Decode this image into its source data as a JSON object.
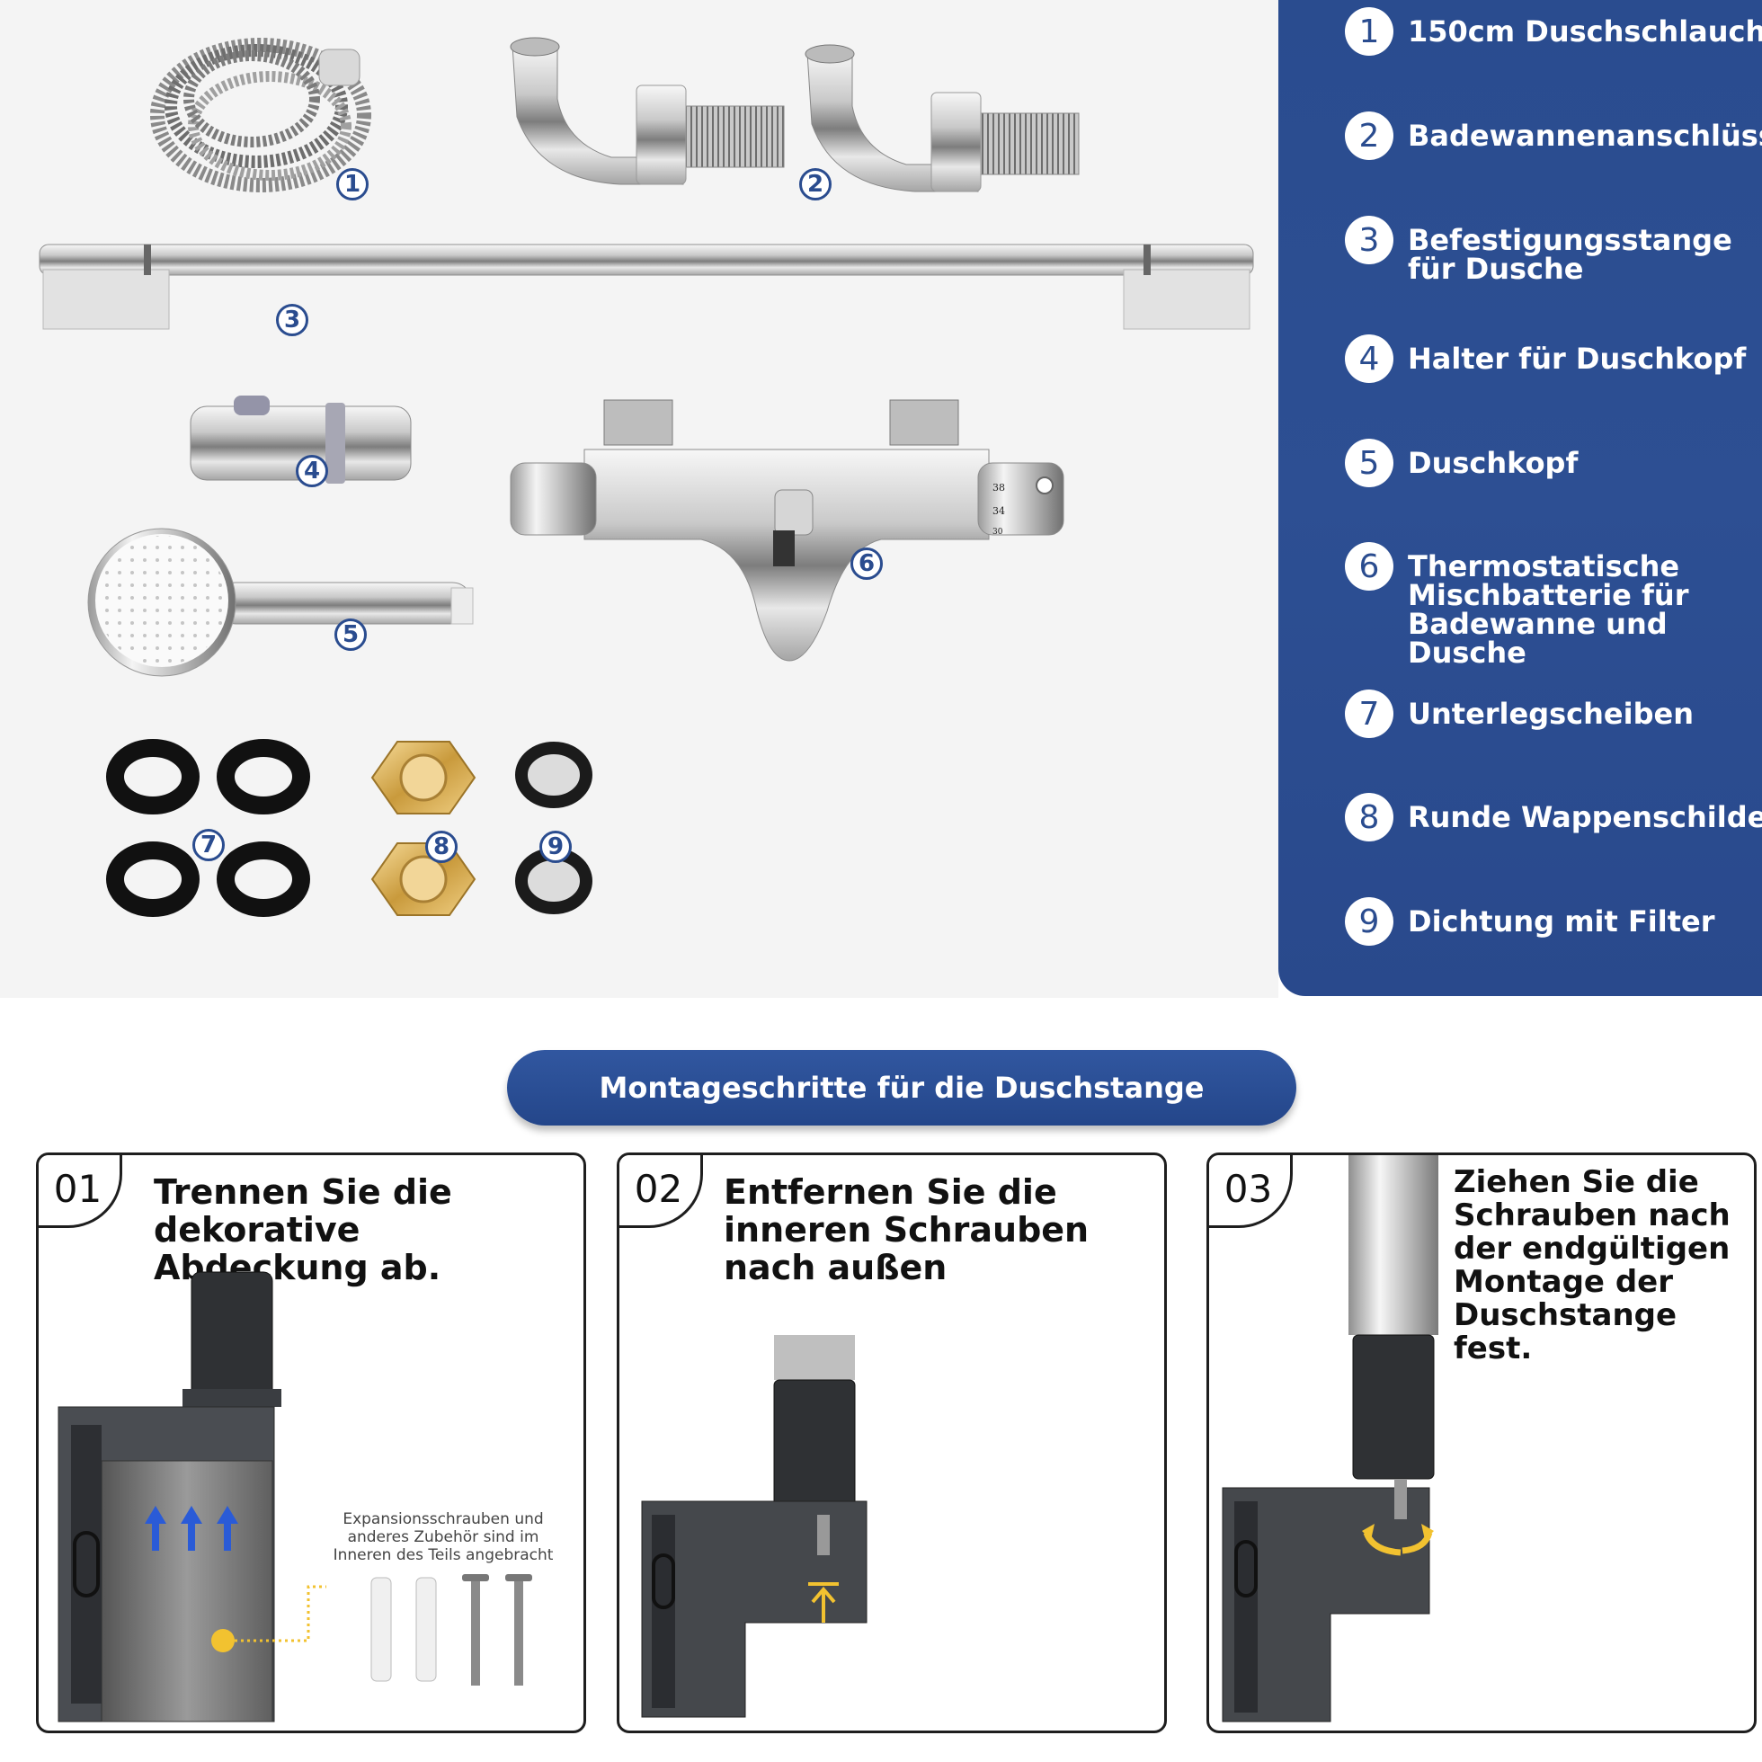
{
  "legend": [
    {
      "num": "1",
      "text": "150cm Duschschlauch"
    },
    {
      "num": "2",
      "text": "Badewannenanschlüsse"
    },
    {
      "num": "3",
      "text": "Befestigungsstange für Dusche"
    },
    {
      "num": "4",
      "text": "Halter für Duschkopf"
    },
    {
      "num": "5",
      "text": "Duschkopf"
    },
    {
      "num": "6",
      "text": "Thermostatische Mischbatterie für Badewanne und Dusche"
    },
    {
      "num": "7",
      "text": "Unterlegscheiben"
    },
    {
      "num": "8",
      "text": "Runde Wappenschilder"
    },
    {
      "num": "9",
      "text": "Dichtung mit Filter"
    }
  ],
  "callouts": [
    "1",
    "2",
    "3",
    "4",
    "5",
    "6",
    "7",
    "8",
    "9"
  ],
  "mixer_scale": [
    "38",
    "34",
    "30"
  ],
  "banner": {
    "title": "Montageschritte für die Duschstange"
  },
  "steps": [
    {
      "num": "01",
      "text": "Trennen Sie die dekorative Abdeckung ab.",
      "note": "Expansionsschrauben und anderes Zubehör sind im Inneren des Teils angebracht"
    },
    {
      "num": "02",
      "text": "Entfernen Sie die inneren Schrauben nach außen"
    },
    {
      "num": "03",
      "text": "Ziehen Sie die Schrauben nach der endgültigen Montage der Duschstange fest."
    }
  ],
  "colors": {
    "panel_blue": "#2a4c8f",
    "accent_yellow": "#f2c230",
    "arrow_blue": "#2a5bd7"
  }
}
